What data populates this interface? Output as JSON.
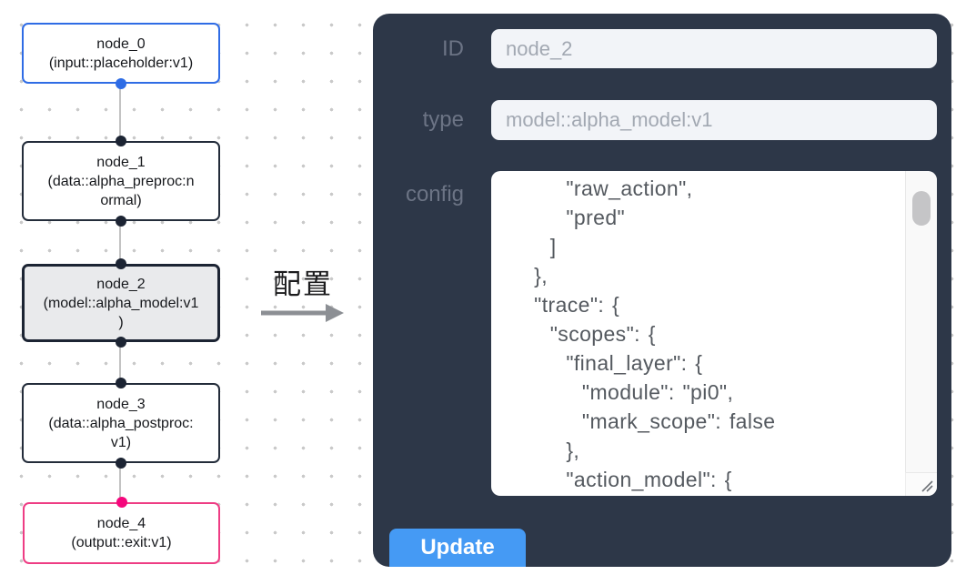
{
  "flow": {
    "nodes": [
      {
        "lines": [
          "node_0",
          "(input::placeholder:v1)"
        ]
      },
      {
        "lines": [
          "node_1",
          "(data::alpha_preproc:n",
          "ormal)"
        ]
      },
      {
        "lines": [
          "node_2",
          "(model::alpha_model:v1",
          ")"
        ]
      },
      {
        "lines": [
          "node_3",
          "(data::alpha_postproc:",
          "v1)"
        ]
      },
      {
        "lines": [
          "node_4",
          "(output::exit:v1)"
        ]
      }
    ],
    "selected_node": "node_2"
  },
  "arrow": {
    "label": "配置"
  },
  "inspector": {
    "id_field": {
      "label": "ID",
      "value": "node_2"
    },
    "type_field": {
      "label": "type",
      "value": "model::alpha_model:v1"
    },
    "config_field": {
      "label": "config",
      "value": "        \"raw_action\",\n        \"pred\"\n      ]\n    },\n    \"trace\": {\n      \"scopes\": {\n        \"final_layer\": {\n          \"module\": \"pi0\",\n          \"mark_scope\": false\n        },\n        \"action_model\": {"
    },
    "update_button_label": "Update"
  },
  "colors": {
    "panel_bg": "#2d3748",
    "input_bg": "#f2f4f8",
    "button_bg": "#459af4",
    "node_default_border": "#232c3a",
    "node_input_accent": "#2f6ce5",
    "node_output_accent": "#ee3d84",
    "node_output_port": "#f5077c",
    "node_selected_bg": "#e9eaec",
    "edge_gray": "#c3c3c3"
  }
}
